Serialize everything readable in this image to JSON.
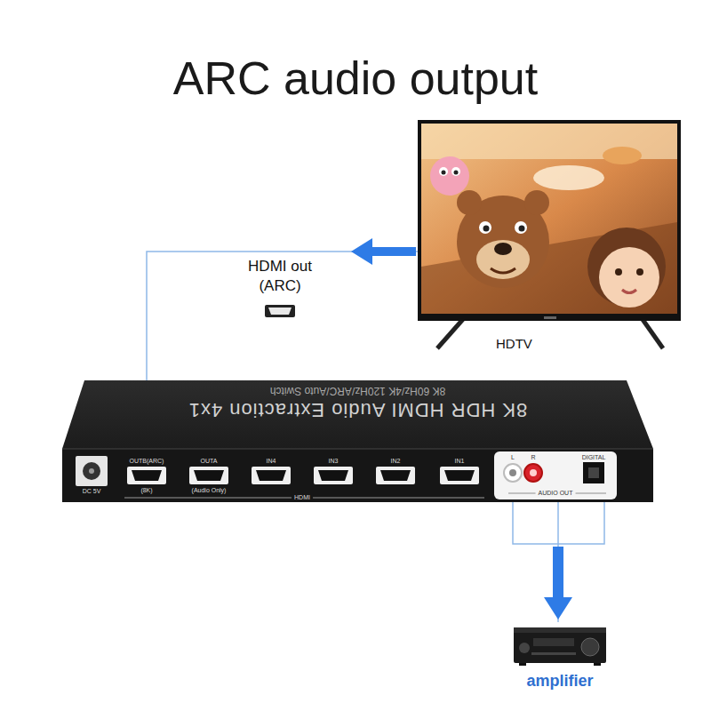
{
  "diagram": {
    "title": "ARC audio output",
    "nodes": [
      {
        "text": [
          "HDTV"
        ]
      },
      {
        "text": [
          "8K HDR HDMI Audio Extraction 4x1",
          "8K 60Hz/4K 120Hz/ARC/Auto Switch"
        ]
      },
      {
        "text": [
          "amplifier"
        ]
      }
    ],
    "edges": [
      {
        "from": 0,
        "to": 1,
        "arrow": "to"
      },
      {
        "from": 1,
        "to": 2,
        "arrow": "to"
      }
    ],
    "labels": [
      "HDMI out (ARC)",
      "DC 5V",
      "OUTB(ARC)",
      "(8K)",
      "OUTA",
      "(Audio Only)",
      "IN4",
      "IN3",
      "IN2",
      "IN1",
      "HDMI",
      "L",
      "R",
      "DIGITAL",
      "AUDIO OUT"
    ]
  }
}
